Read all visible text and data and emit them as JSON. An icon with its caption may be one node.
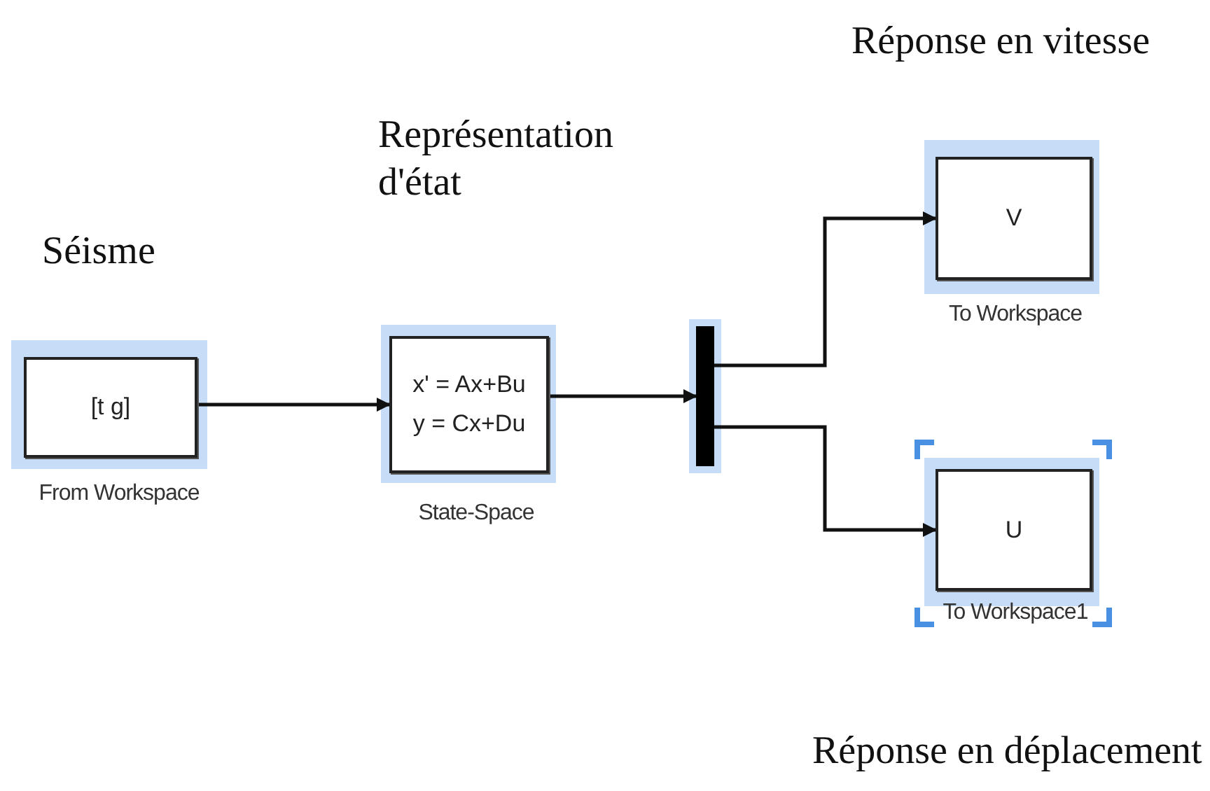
{
  "diagram": {
    "nodes": [
      {
        "text": [
          "[t g]"
        ],
        "beside": [
          "Séisme",
          "From Workspace"
        ]
      },
      {
        "text": [
          "x' = Ax+Bu",
          "y = Cx+Du"
        ],
        "beside": [
          "Représentation d'état",
          "State-Space"
        ]
      },
      {
        "text": [],
        "shape": "bar"
      },
      {
        "text": [
          "V"
        ],
        "beside": [
          "Réponse en vitesse",
          "To Workspace"
        ]
      },
      {
        "text": [
          "U"
        ],
        "beside": [
          "To Workspace1",
          "Réponse en déplacement"
        ]
      }
    ],
    "edges": [
      {
        "from": 0,
        "to": 1,
        "arrow": "to"
      },
      {
        "from": 1,
        "to": 2,
        "arrow": "to"
      },
      {
        "from": 2,
        "to": 3,
        "arrow": "to"
      },
      {
        "from": 2,
        "to": 4,
        "arrow": "to"
      }
    ]
  }
}
